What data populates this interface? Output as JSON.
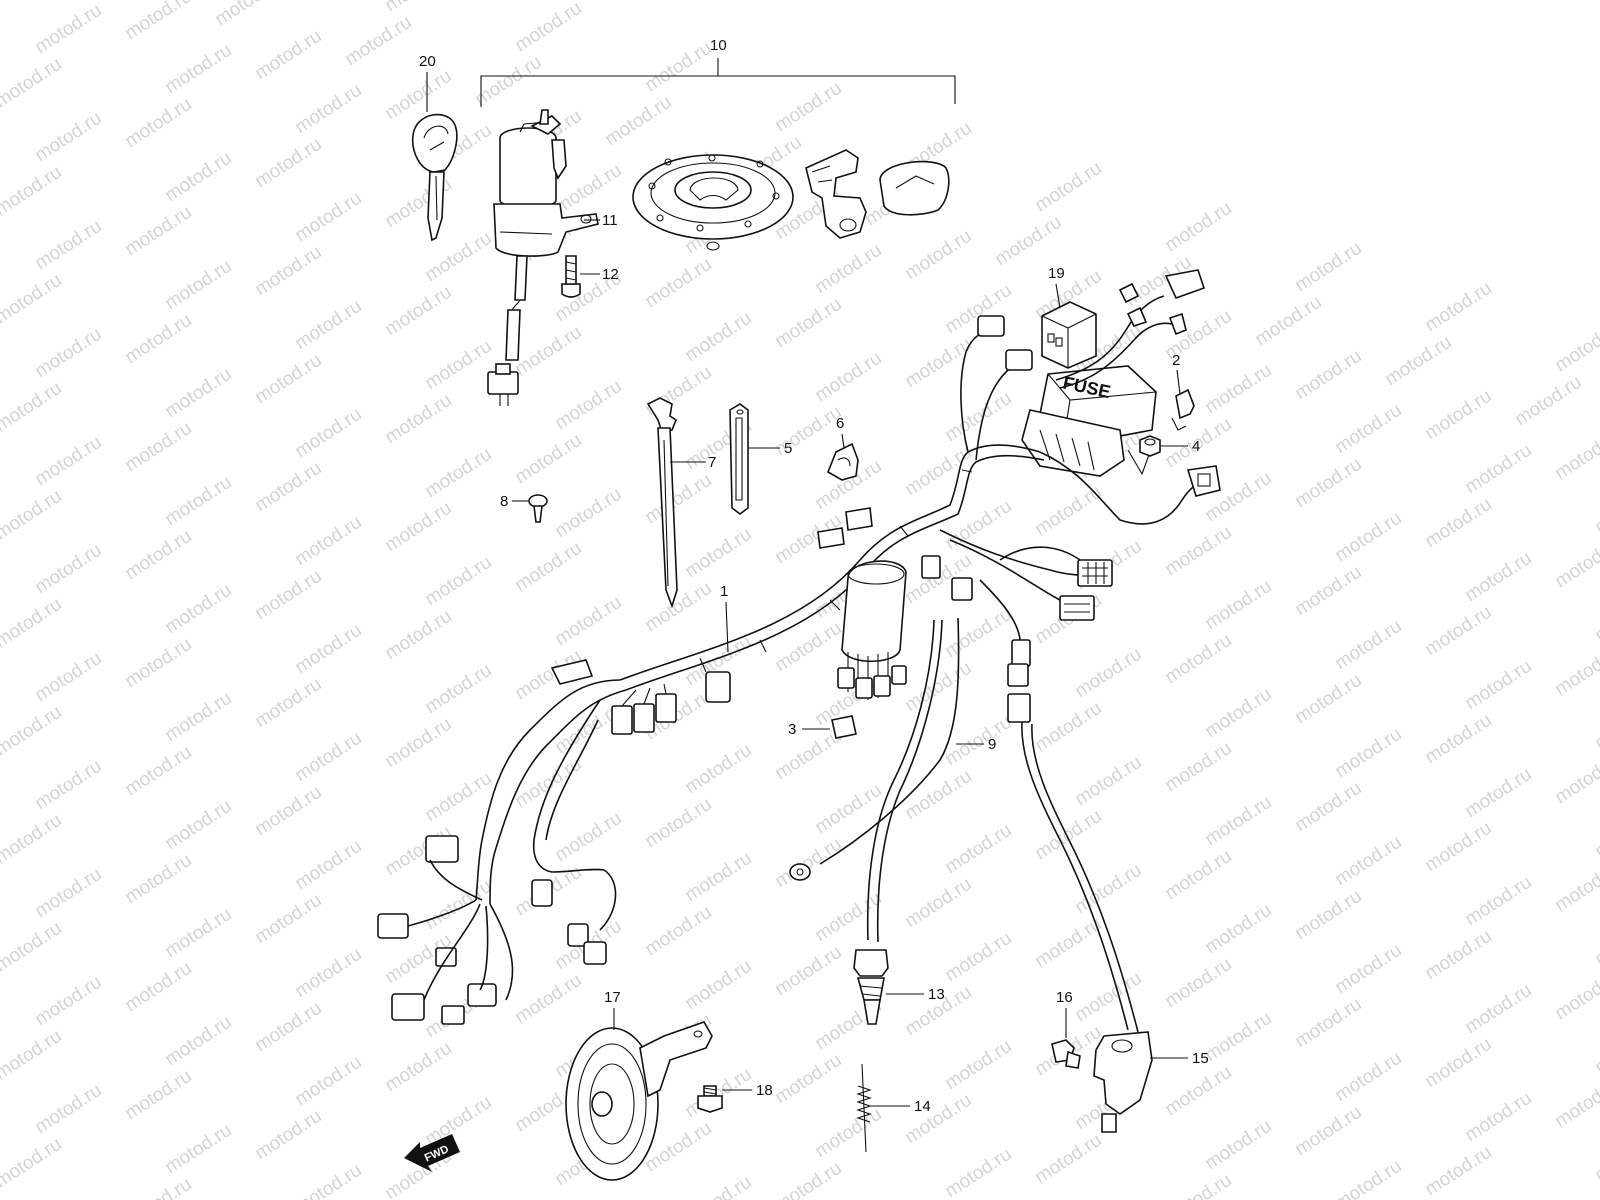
{
  "watermark": {
    "text": "motod.ru"
  },
  "parts": [
    {
      "id": "p1",
      "number": "1"
    },
    {
      "id": "p2",
      "number": "2"
    },
    {
      "id": "p3",
      "number": "3"
    },
    {
      "id": "p4",
      "number": "4"
    },
    {
      "id": "p5",
      "number": "5"
    },
    {
      "id": "p6",
      "number": "6"
    },
    {
      "id": "p7",
      "number": "7"
    },
    {
      "id": "p8",
      "number": "8"
    },
    {
      "id": "p9",
      "number": "9"
    },
    {
      "id": "p10",
      "number": "10"
    },
    {
      "id": "p11",
      "number": "11"
    },
    {
      "id": "p12",
      "number": "12"
    },
    {
      "id": "p13",
      "number": "13"
    },
    {
      "id": "p14",
      "number": "14"
    },
    {
      "id": "p15",
      "number": "15"
    },
    {
      "id": "p16",
      "number": "16"
    },
    {
      "id": "p17",
      "number": "17"
    },
    {
      "id": "p18",
      "number": "18"
    },
    {
      "id": "p19",
      "number": "19"
    },
    {
      "id": "p20",
      "number": "20"
    }
  ],
  "fuse_label": "FUSE",
  "fwd_label": "FWD",
  "colors": {
    "line": "#111111",
    "watermark": "#d4d4d4",
    "background": "#ffffff"
  }
}
